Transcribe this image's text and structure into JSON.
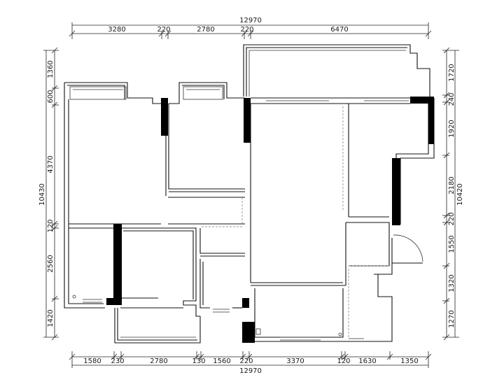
{
  "top_dims": {
    "overall": "12970",
    "segments": [
      "3280",
      "220",
      "2780",
      "220",
      "6470"
    ]
  },
  "bottom_dims": {
    "overall": "12970",
    "segments": [
      "1580",
      "230",
      "2780",
      "130",
      "1560",
      "220",
      "3370",
      "120",
      "1630",
      "1350"
    ]
  },
  "left_dims": {
    "overall": "10430",
    "segments": [
      "1360",
      "600",
      "4370",
      "120",
      "2560",
      "1420"
    ]
  },
  "right_dims": {
    "overall": "10420",
    "segments": [
      "1720",
      "240",
      "1920",
      "2180",
      "220",
      "1550",
      "1320",
      "1270"
    ]
  }
}
